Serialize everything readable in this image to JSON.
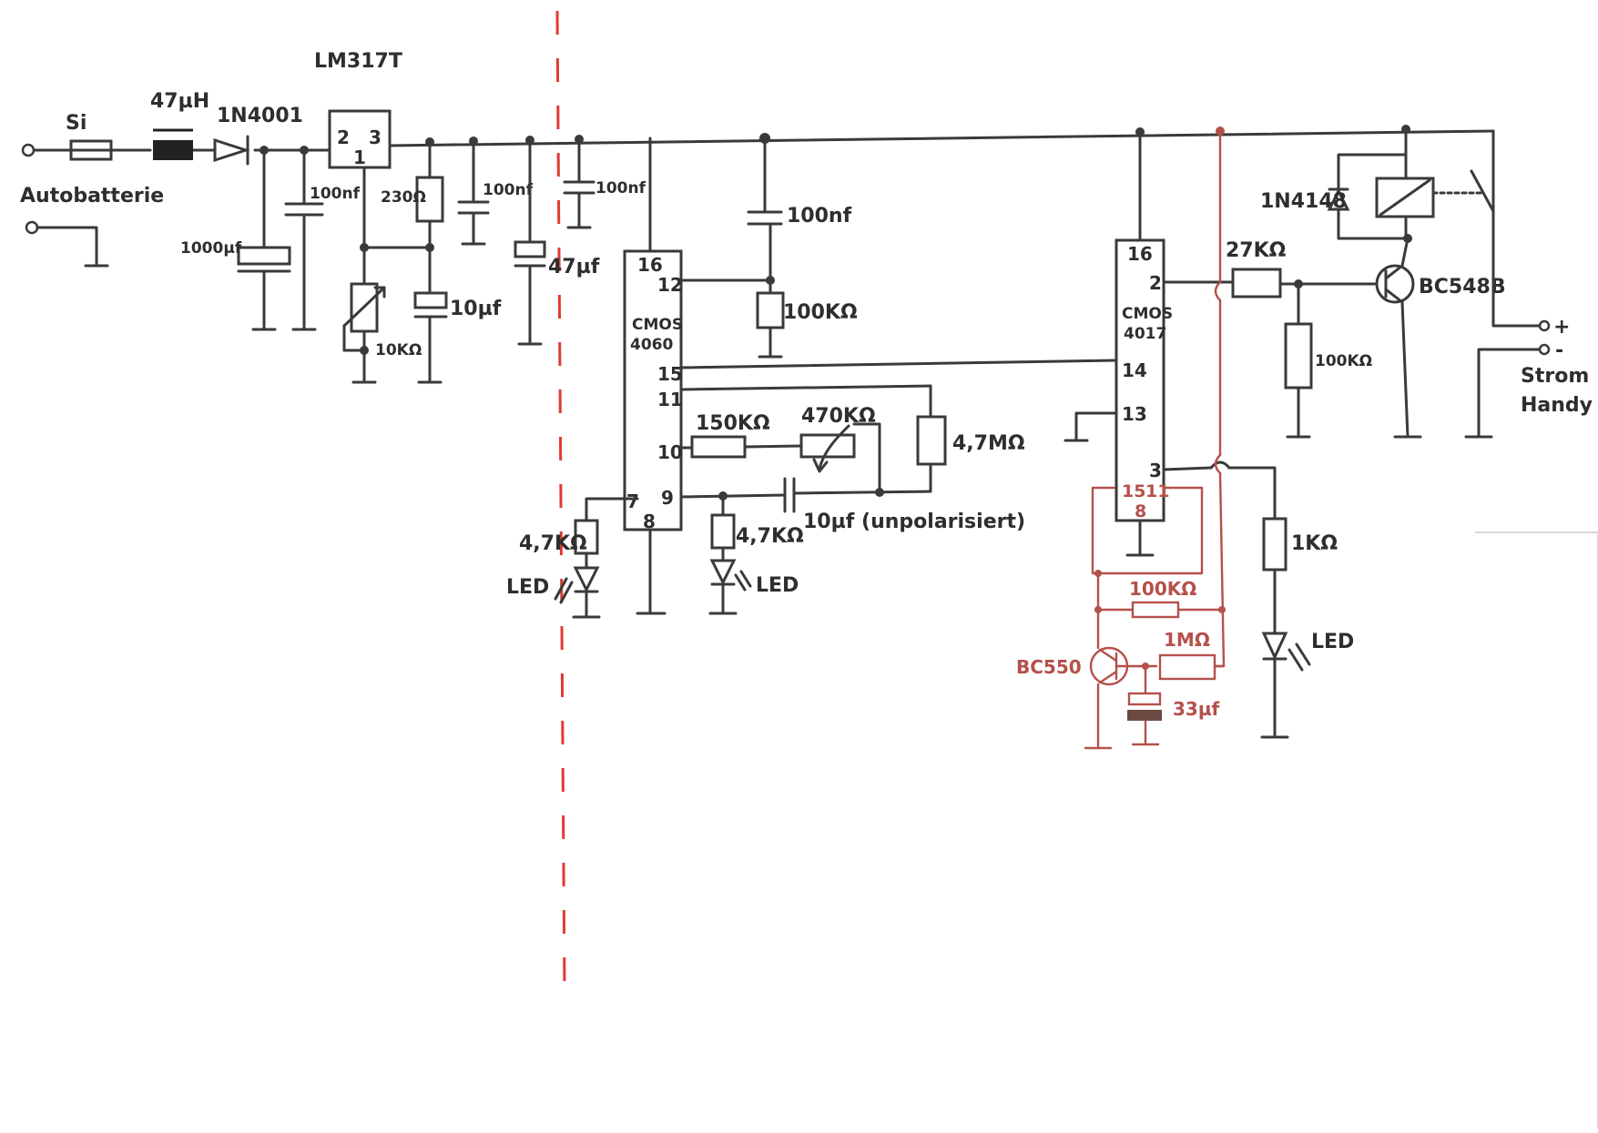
{
  "labels": {
    "regulator": "LM317T",
    "fuse": "Si",
    "inductor": "47µH",
    "diode_in": "1N4001",
    "input_label": "Autobatterie",
    "cap_1000": "1000µf",
    "cap_100a": "100nf",
    "r_230": "230Ω",
    "cap_100b": "100nf",
    "cap_100c": "100nf",
    "cap_47": "47µf",
    "pot_10k": "10KΩ",
    "cap_10": "10µf",
    "cap_100d": "100nf",
    "r_100k_a": "100KΩ",
    "ic1_name_1": "CMOS",
    "ic1_name_2": "4060",
    "r_150k": "150KΩ",
    "pot_470k": "470KΩ",
    "r_47m": "4,7MΩ",
    "cap_10_np": "10µf (unpolarisiert)",
    "r_47k_a": "4,7KΩ",
    "r_47k_b": "4,7KΩ",
    "led_a": "LED",
    "led_b": "LED",
    "ic2_name_1": "CMOS",
    "ic2_name_2": "4017",
    "r_27k": "27KΩ",
    "r_100k_b": "100KΩ",
    "diode_relay": "1N4148",
    "transistor_1": "BC548B",
    "output_1": "Strom",
    "output_2": "Handy",
    "r_1k": "1KΩ",
    "led_c": "LED",
    "r_100k_c": "100KΩ",
    "r_1m": "1MΩ",
    "transistor_2": "BC550",
    "cap_33": "33µf",
    "plus": "+",
    "minus": "-"
  },
  "pins": {
    "ic1": {
      "p16": "16",
      "p12": "12",
      "p15": "15",
      "p11": "11",
      "p10": "10",
      "p9": "9",
      "p7": "7",
      "p8": "8"
    },
    "ic2": {
      "p16": "16",
      "p2": "2",
      "p14": "14",
      "p13": "13",
      "p3": "3",
      "p15": "15",
      "p11": "11",
      "p8": "8"
    },
    "reg": {
      "p2": "2",
      "p3": "3",
      "p1": "1"
    }
  },
  "colors": {
    "ink": "#3a3a3a",
    "modification": "#b5504a",
    "divider": "#e03a32"
  }
}
